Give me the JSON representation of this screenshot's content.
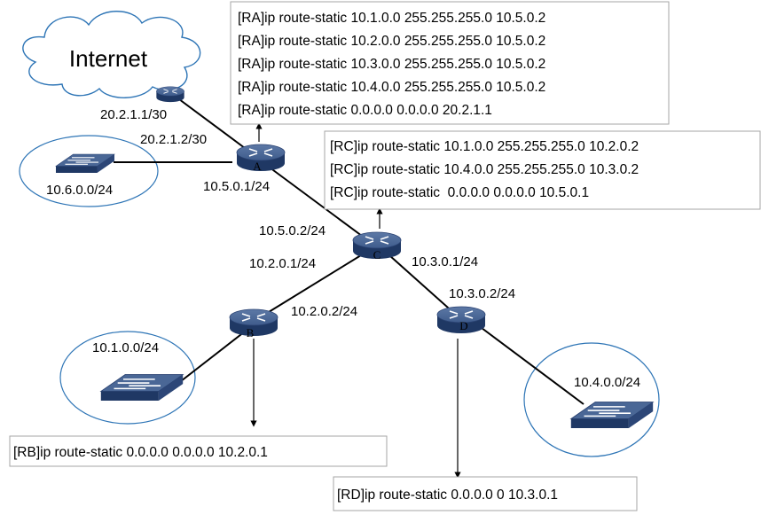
{
  "internet": {
    "label": "Internet"
  },
  "routers": {
    "a": "A",
    "b": "B",
    "c": "C",
    "d": "D"
  },
  "interfaces": {
    "isp": "20.2.1.1/30",
    "a_wan": "20.2.1.2/30",
    "a_to_c": "10.5.0.1/24",
    "c_to_a": "10.5.0.2/24",
    "c_to_b": "10.2.0.1/24",
    "b_to_c": "10.2.0.2/24",
    "c_to_d": "10.3.0.1/24",
    "d_to_c": "10.3.0.2/24"
  },
  "networks": {
    "a_lan": "10.6.0.0/24",
    "b_lan": "10.1.0.0/24",
    "d_lan": "10.4.0.0/24"
  },
  "configs": {
    "ra": [
      "[RA]ip route-static 10.1.0.0 255.255.255.0 10.5.0.2",
      "[RA]ip route-static 10.2.0.0 255.255.255.0 10.5.0.2",
      "[RA]ip route-static 10.3.0.0 255.255.255.0 10.5.0.2",
      "[RA]ip route-static 10.4.0.0 255.255.255.0 10.5.0.2",
      "[RA]ip route-static 0.0.0.0 0.0.0.0 20.2.1.1"
    ],
    "rc": [
      "[RC]ip route-static 10.1.0.0 255.255.255.0 10.2.0.2",
      "[RC]ip route-static 10.4.0.0 255.255.255.0 10.3.0.2",
      "[RC]ip route-static  0.0.0.0 0.0.0.0 10.5.0.1"
    ],
    "rb": [
      "[RB]ip route-static 0.0.0.0 0.0.0.0 10.2.0.1"
    ],
    "rd": [
      "[RD]ip route-static 0.0.0.0 0 10.3.0.1"
    ]
  }
}
